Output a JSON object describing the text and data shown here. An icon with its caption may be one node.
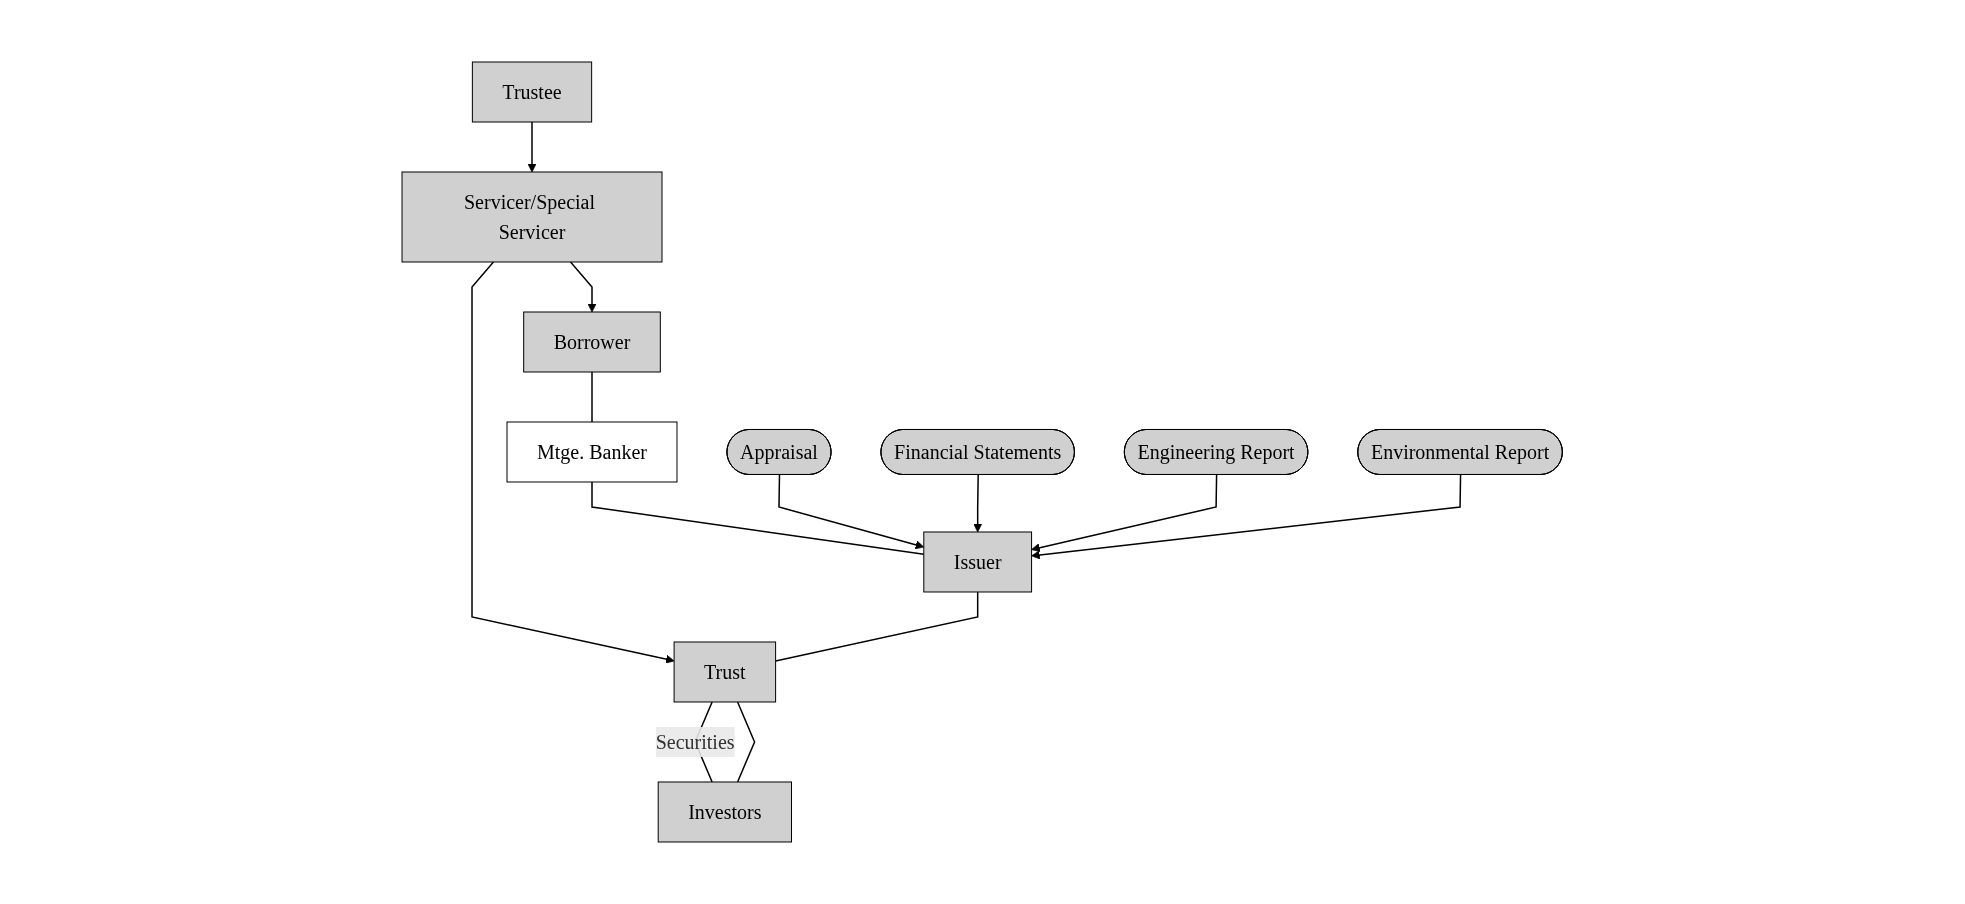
{
  "diagram": {
    "nodes": [
      {
        "text": [
          "Trustee"
        ]
      },
      {
        "text": [
          "Servicer/Special Servicer"
        ]
      },
      {
        "text": [
          "Borrower"
        ]
      },
      {
        "text": [
          "Mtge. Banker"
        ]
      },
      {
        "text": [
          "Issuer"
        ]
      },
      {
        "text": [
          "Trust"
        ]
      },
      {
        "text": [
          "Investors"
        ]
      },
      {
        "text": [
          "Appraisal"
        ]
      },
      {
        "text": [
          "Financial Statements"
        ]
      },
      {
        "text": [
          "Engineering Report"
        ]
      },
      {
        "text": [
          "Environmental Report"
        ]
      }
    ],
    "edges": [
      {
        "from": 0,
        "to": 1,
        "arrow": "to"
      },
      {
        "from": 1,
        "to": 2,
        "arrow": "to"
      },
      {
        "from": 1,
        "to": 5,
        "arrow": "to"
      },
      {
        "from": 2,
        "to": 3,
        "arrow": "none"
      },
      {
        "from": 3,
        "to": 4,
        "arrow": "none"
      },
      {
        "from": 4,
        "to": 5,
        "arrow": "none"
      },
      {
        "from": 5,
        "to": 6,
        "arrow": "none",
        "label": "Securities"
      },
      {
        "from": 5,
        "to": 6,
        "arrow": "none"
      },
      {
        "from": 7,
        "to": 4,
        "arrow": "to"
      },
      {
        "from": 8,
        "to": 4,
        "arrow": "to"
      },
      {
        "from": 9,
        "to": 4,
        "arrow": "to"
      },
      {
        "from": 10,
        "to": 4,
        "arrow": "to"
      }
    ]
  }
}
